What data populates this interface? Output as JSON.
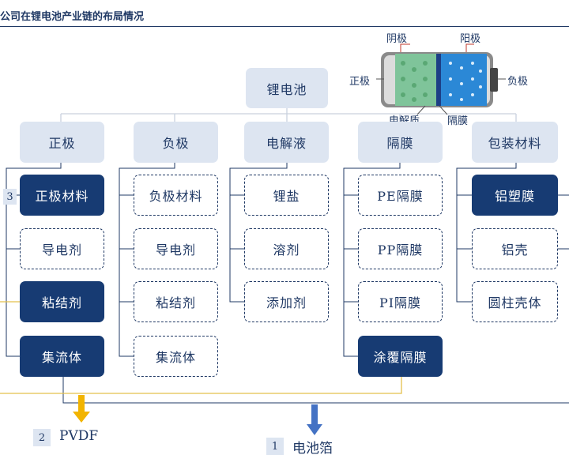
{
  "header": {
    "title": "公司在锂电池产业链的布局情况"
  },
  "battery": {
    "labels": {
      "anode": "阴极",
      "cathode_pole": "阳极",
      "positive": "正极",
      "negative": "负极",
      "electrolyte": "电解质",
      "separator": "隔膜"
    }
  },
  "root": "锂电池",
  "categories": [
    {
      "label": "正极",
      "items": [
        {
          "label": "正极材料",
          "style": "dark"
        },
        {
          "label": "导电剂",
          "style": "dashed"
        },
        {
          "label": "粘结剂",
          "style": "dark"
        },
        {
          "label": "集流体",
          "style": "dark"
        }
      ]
    },
    {
      "label": "负极",
      "items": [
        {
          "label": "负极材料",
          "style": "dashed"
        },
        {
          "label": "导电剂",
          "style": "dashed"
        },
        {
          "label": "粘结剂",
          "style": "dashed"
        },
        {
          "label": "集流体",
          "style": "dashed"
        }
      ]
    },
    {
      "label": "电解液",
      "items": [
        {
          "label": "锂盐",
          "style": "dashed"
        },
        {
          "label": "溶剂",
          "style": "dashed"
        },
        {
          "label": "添加剂",
          "style": "dashed"
        }
      ]
    },
    {
      "label": "隔膜",
      "items": [
        {
          "label": "PE隔膜",
          "style": "dashed"
        },
        {
          "label": "PP隔膜",
          "style": "dashed"
        },
        {
          "label": "PI隔膜",
          "style": "dashed"
        },
        {
          "label": "涂覆隔膜",
          "style": "dark"
        }
      ]
    },
    {
      "label": "包装材料",
      "items": [
        {
          "label": "铝塑膜",
          "style": "dark"
        },
        {
          "label": "铝壳",
          "style": "dashed"
        },
        {
          "label": "圆柱壳体",
          "style": "dashed"
        }
      ]
    }
  ],
  "markers": {
    "side_number": "3"
  },
  "outputs": [
    {
      "number": "2",
      "label": "PVDF"
    },
    {
      "number": "1",
      "label": "电池箔"
    }
  ],
  "colors": {
    "dark": "#173b73",
    "light": "#dde5f1",
    "gold_line": "#e3c04c",
    "gold_arrow": "#f2b400",
    "blue_arrow": "#4472c4"
  }
}
